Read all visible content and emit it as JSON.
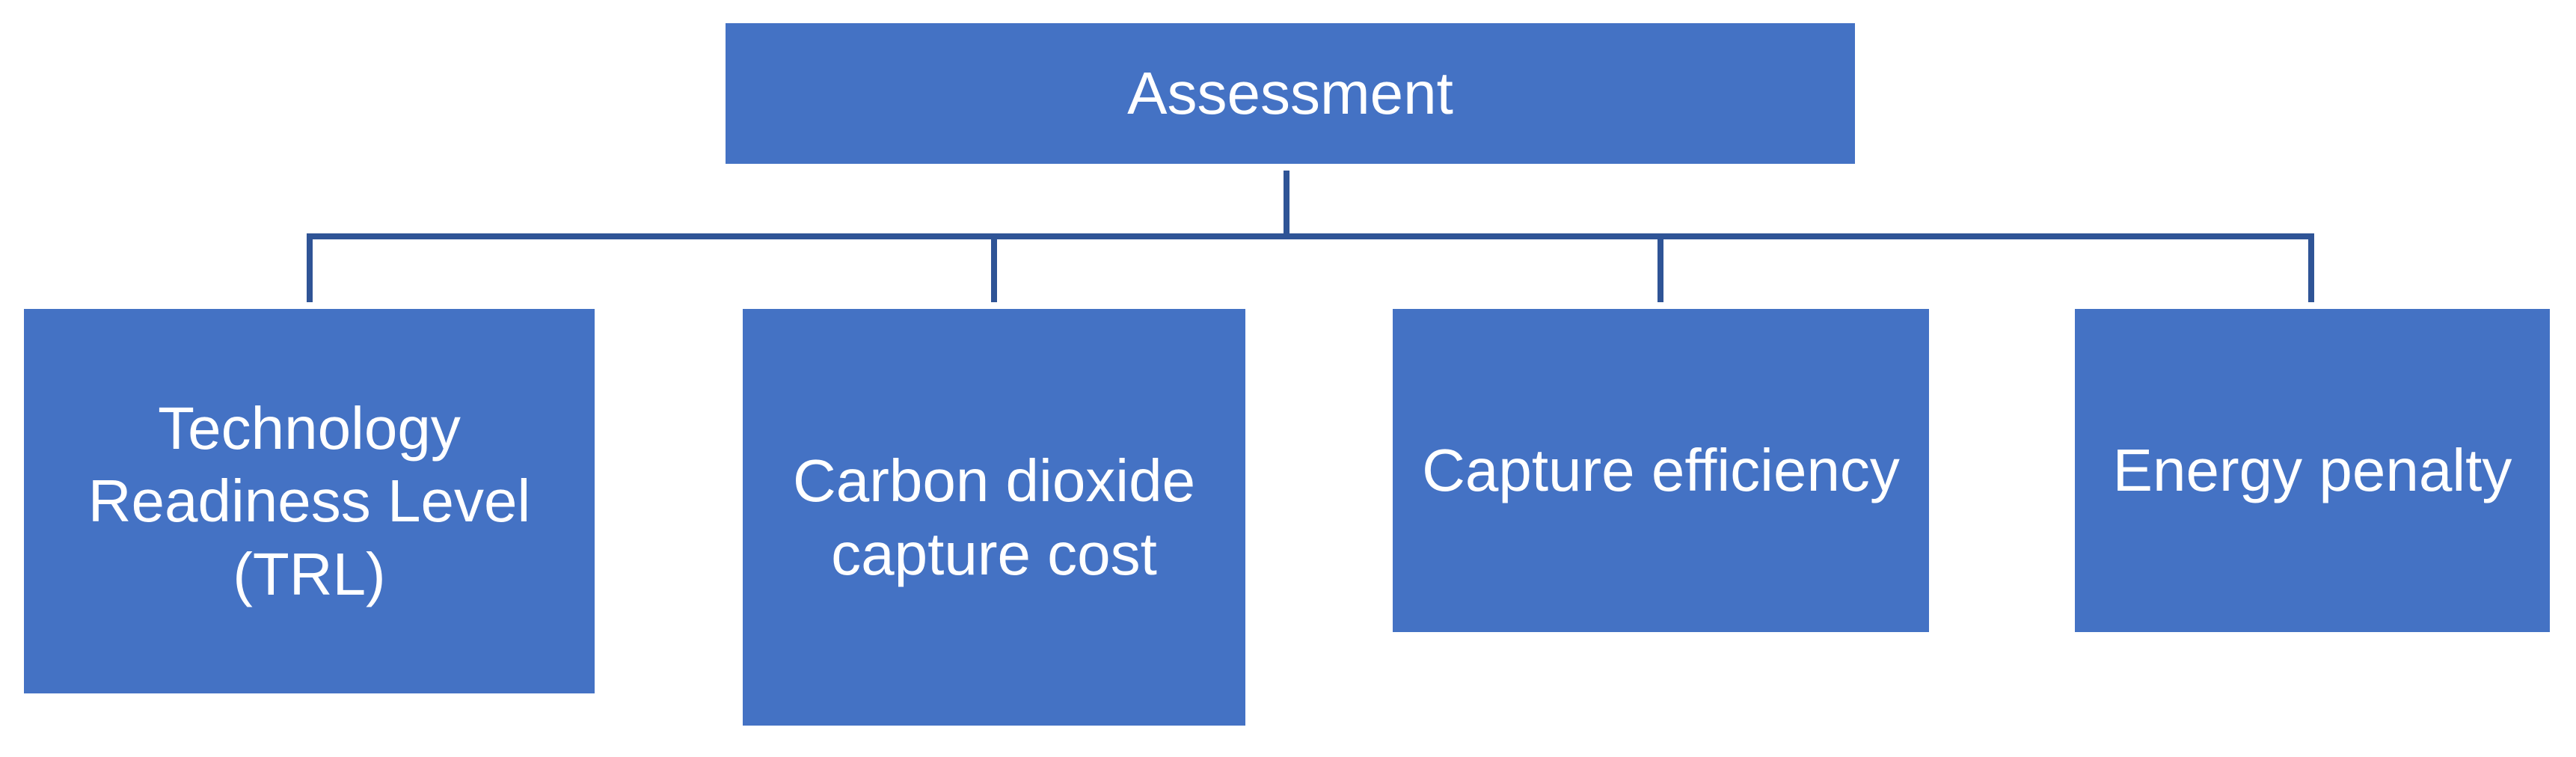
{
  "diagram": {
    "colors": {
      "node_fill": "#4472C4",
      "connector": "#2F5496",
      "text": "#FFFFFF",
      "background": "#FFFFFF"
    },
    "root": {
      "label": "Assessment"
    },
    "children": [
      {
        "label": "Technology Readiness Level (TRL)"
      },
      {
        "label": "Carbon dioxide capture cost"
      },
      {
        "label": "Capture efficiency"
      },
      {
        "label": "Energy penalty"
      }
    ]
  }
}
